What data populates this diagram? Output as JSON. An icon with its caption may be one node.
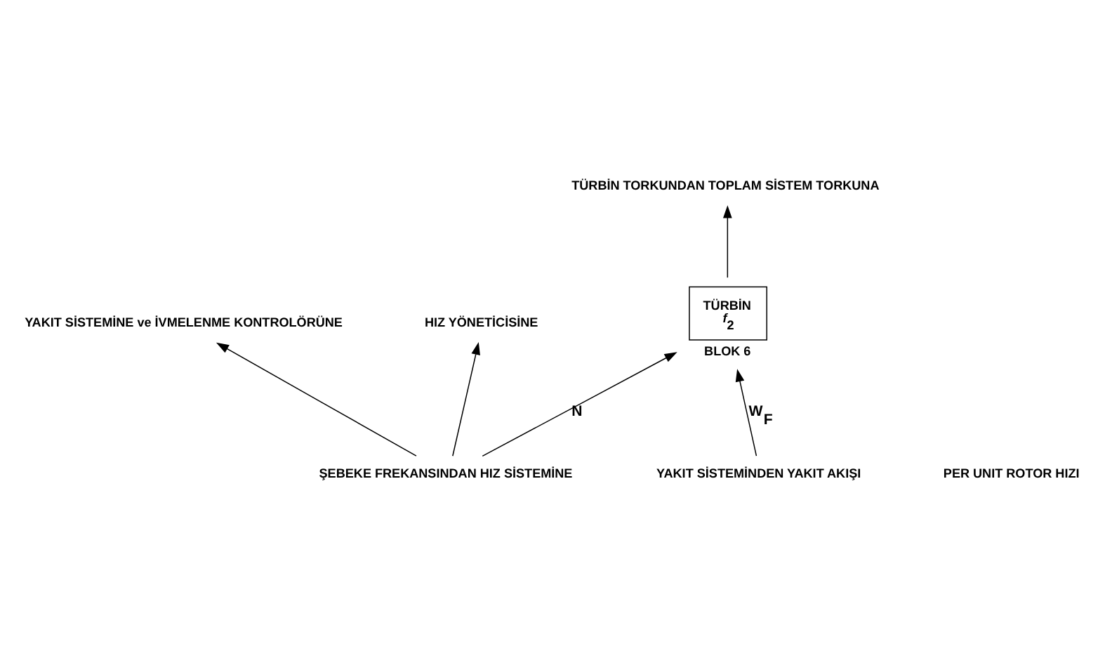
{
  "diagram": {
    "nodes": [
      {
        "text": [
          "YAKIT SİSTEMİNE ve İVMELENME KONTROLÖRÜNE"
        ]
      },
      {
        "text": [
          "HIZ YÖNETİCİSİNE"
        ]
      },
      {
        "text": [
          "YAKIT SİSTEMİNDEN YAKIT AKIŞI"
        ]
      },
      {
        "text": [
          "TÜRBİN",
          "*f*$_{2}$"
        ],
        "beside": [
          "BLOK 6"
        ]
      },
      {
        "text": [
          "TÜRBİN TORKUNDAN TOPLAM SİSTEM TORKUNA"
        ]
      },
      {
        "text": [
          "ŞEBEKE FREKANSINDAN HIZ SİSTEMİNE"
        ]
      }
    ],
    "edges": [
      {
        "from": 5,
        "to": 0,
        "arrow": "to"
      },
      {
        "from": 5,
        "to": 1,
        "arrow": "to"
      },
      {
        "from": 5,
        "to": 3,
        "arrow": "to",
        "label": "N"
      },
      {
        "from": 2,
        "to": 3,
        "arrow": "to",
        "label": "W$_{F}$"
      },
      {
        "from": 3,
        "to": 4,
        "arrow": "to"
      }
    ],
    "labels": [
      "PER UNIT ROTOR HIZI"
    ]
  }
}
